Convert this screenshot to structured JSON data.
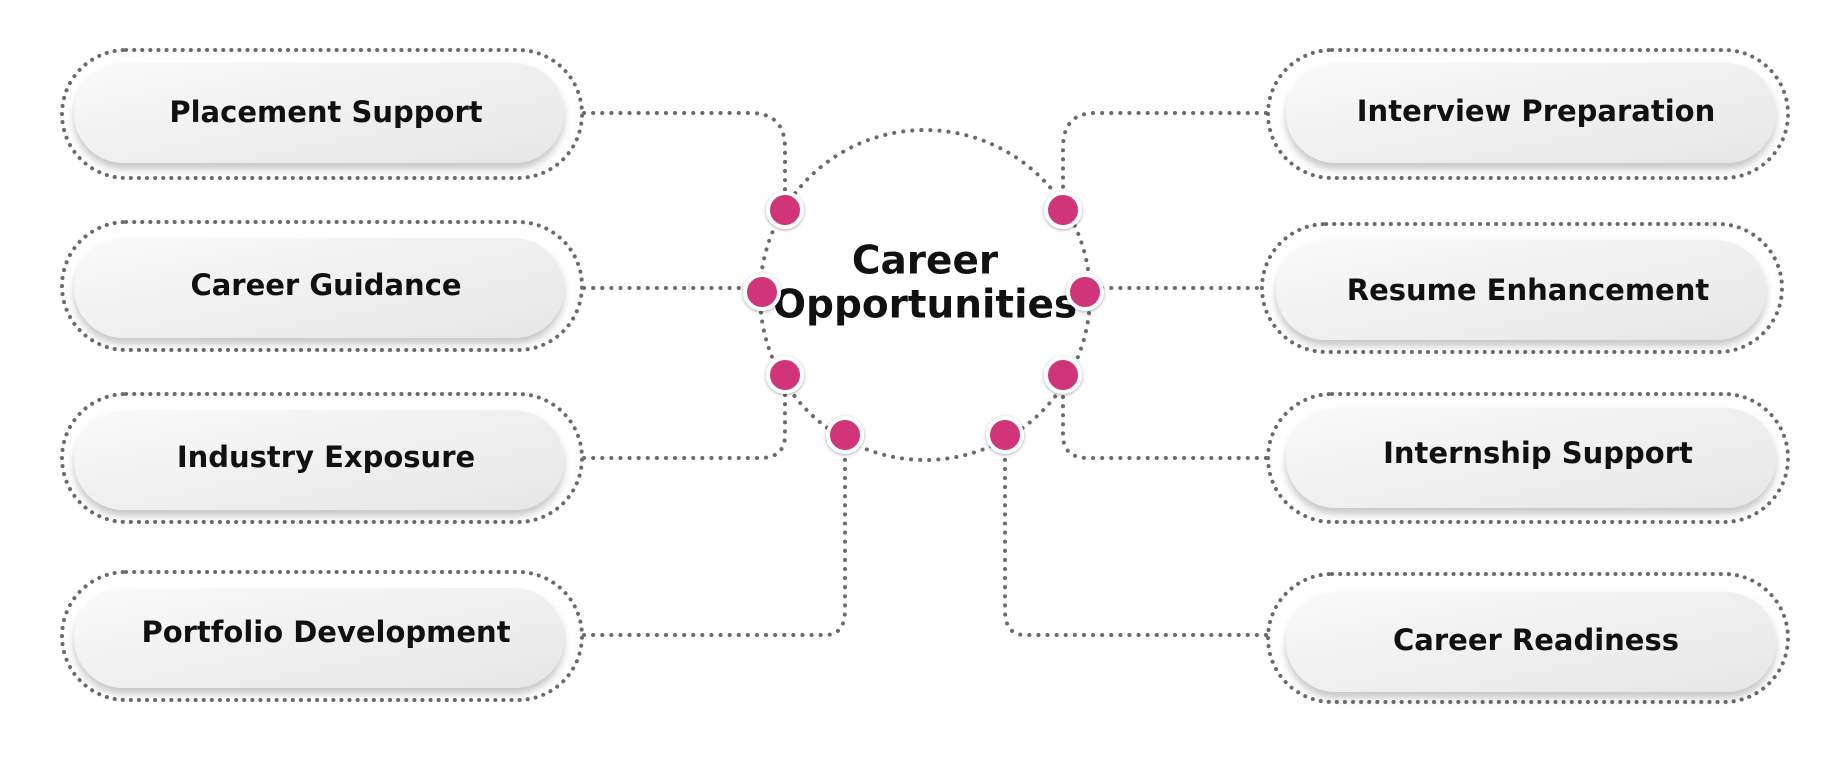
{
  "center": {
    "line1": "Career",
    "line2": "Opportunities"
  },
  "left_items": [
    {
      "label": "Placement Support"
    },
    {
      "label": "Career Guidance"
    },
    {
      "label": "Industry Exposure"
    },
    {
      "label": "Portfolio Development"
    }
  ],
  "right_items": [
    {
      "label": "Interview Preparation"
    },
    {
      "label": "Resume Enhancement"
    },
    {
      "label": "Internship Support"
    },
    {
      "label": "Career Readiness"
    }
  ],
  "colors": {
    "node": "#d0357a",
    "connector": "#6b6b6b",
    "pill_fill": "#f2f2f2",
    "text": "#111111"
  }
}
